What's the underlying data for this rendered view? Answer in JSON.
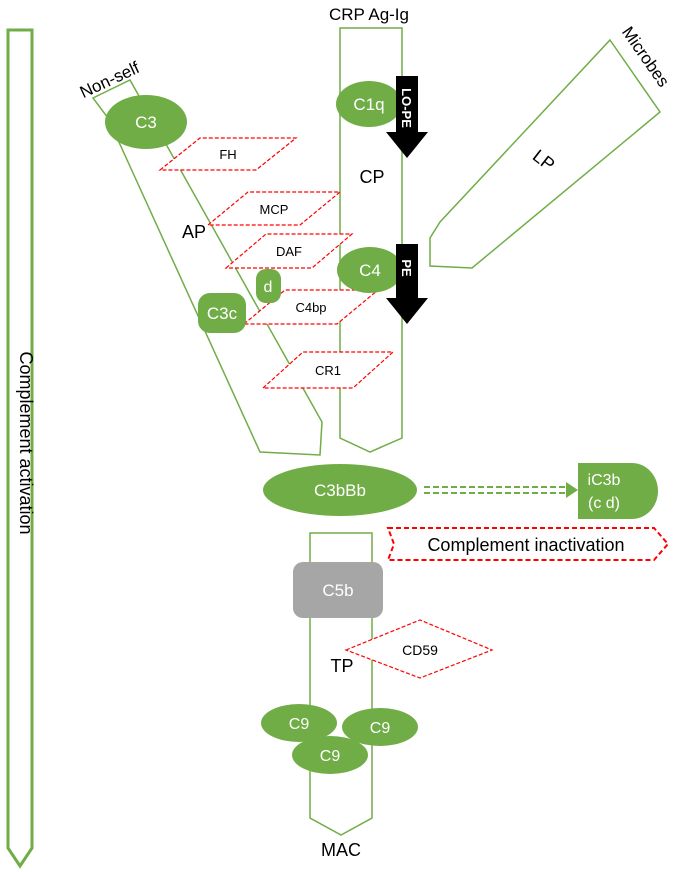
{
  "colors": {
    "green": "#70ad47",
    "green_outline": "#70ad47",
    "regulator": "#ff0000",
    "c5b_gray": "#a6a6a6",
    "arrow_black": "#000000"
  },
  "side_bar": {
    "label": "Complement activation"
  },
  "pathway_labels": {
    "non_self": "Non-self",
    "crp_ag_ig": "CRP Ag-Ig",
    "microbes": "Microbes",
    "ap": "AP",
    "cp": "CP",
    "lp": "LP",
    "tp": "TP",
    "mac": "MAC"
  },
  "components": {
    "c3": "C3",
    "c1q": "C1q",
    "c4": "C4",
    "c3c": "C3c",
    "d": "d",
    "c3bbb": "C3bBb",
    "ic3b_line1": "iC3b",
    "ic3b_line2": "(c d)",
    "c5b": "C5b",
    "c9_a": "C9",
    "c9_b": "C9",
    "c9_c": "C9"
  },
  "regulators": {
    "fh": "FH",
    "mcp": "MCP",
    "daf": "DAF",
    "c4bp": "C4bp",
    "cr1": "CR1",
    "cd59": "CD59"
  },
  "arrows": {
    "lo_pe": "LO-PE",
    "pe": "PE"
  },
  "inactivation_label": "Complement inactivation"
}
